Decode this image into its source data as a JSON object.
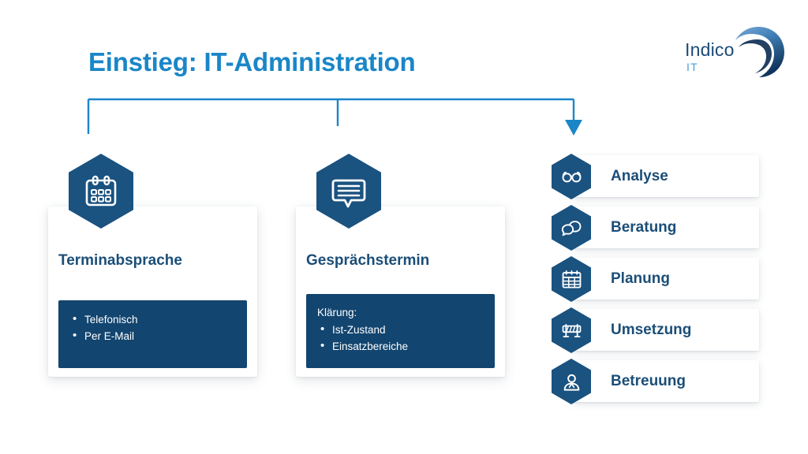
{
  "slide": {
    "title": "Einstieg: IT-Administration",
    "background_color": "#ffffff",
    "accent_color": "#1a86c8",
    "navy_color": "#1a5280",
    "dark_box_color": "#12456f",
    "title_color": "#1a86c8",
    "heading_color": "#1b4e78"
  },
  "logo": {
    "name": "Indico",
    "sub": "IT",
    "name_color": "#1b4a78",
    "sub_color": "#4a9ed4",
    "mark": "swoosh-crescent"
  },
  "connector": {
    "type": "bracket-with-arrow",
    "color": "#1a86c8",
    "branches": 3,
    "arrow_on_branch": 3
  },
  "cards": [
    {
      "title": "Terminabsprache",
      "icon": "calendar-icon",
      "box": {
        "label": "",
        "items": [
          "Telefonisch",
          "Per E-Mail"
        ]
      }
    },
    {
      "title": "Gesprächstermin",
      "icon": "speech-bubble-icon",
      "box": {
        "label": "Klärung:",
        "items": [
          "Ist-Zustand",
          "Einsatzbereiche"
        ]
      }
    }
  ],
  "stack": [
    {
      "label": "Analyse",
      "icon": "glasses-icon"
    },
    {
      "label": "Beratung",
      "icon": "chat-bubbles-icon"
    },
    {
      "label": "Planung",
      "icon": "calendar-grid-icon"
    },
    {
      "label": "Umsetzung",
      "icon": "barrier-icon"
    },
    {
      "label": "Betreuung",
      "icon": "person-icon"
    }
  ]
}
